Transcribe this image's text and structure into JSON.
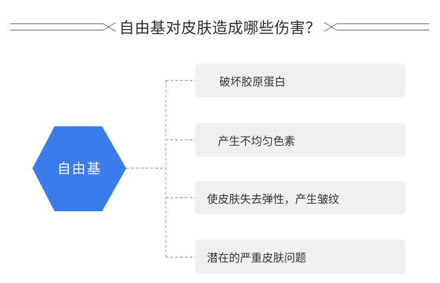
{
  "title": {
    "text": "自由基对皮肤造成哪些伤害？"
  },
  "hexagon": {
    "label": "自由基"
  },
  "branches": [
    {
      "label": "破坏胶原蛋白"
    },
    {
      "label": "产生不均匀色素"
    },
    {
      "label": "使皮肤失去弹性，产生皱纹"
    },
    {
      "label": "潜在的严重皮肤问题"
    }
  ],
  "colors": {
    "hexagon_fill": "#3A7CEC",
    "hexagon_text": "#FFFFFF",
    "box_background": "#F0F0F2",
    "box_text": "#333333",
    "connector": "#979797",
    "ornament_line": "#5F5F5F",
    "title_text": "#2D2D2D"
  }
}
